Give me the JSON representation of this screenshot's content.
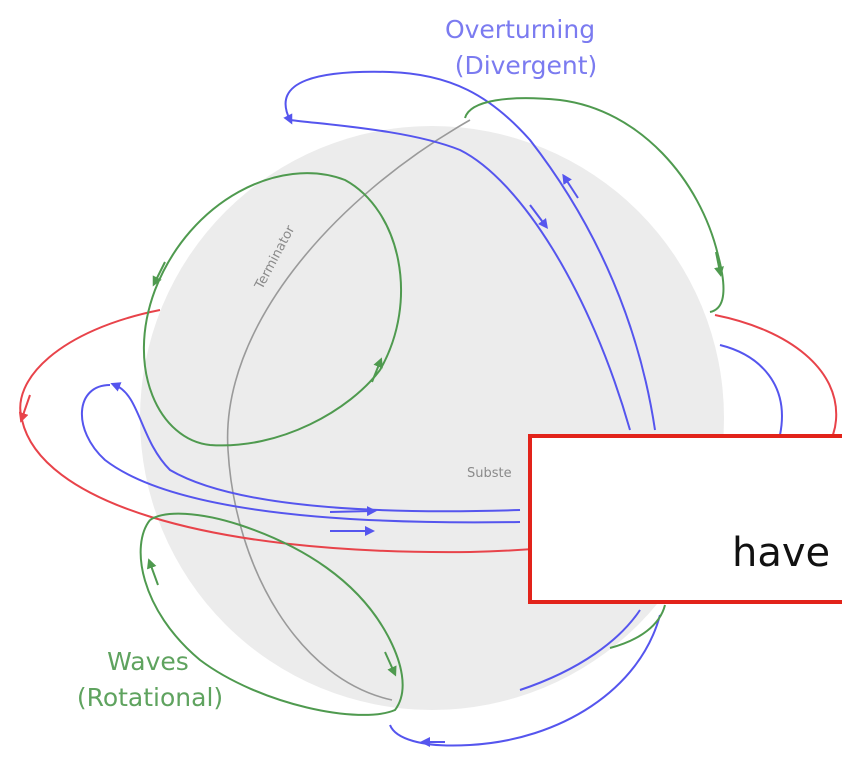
{
  "labels": {
    "overturning_line1": "Overturning",
    "overturning_line2": "(Divergent)",
    "waves_line1": "Waves",
    "waves_line2": "(Rotational)",
    "terminator": "Terminator",
    "substellar": "Subste"
  },
  "callout": {
    "text": "have"
  },
  "colors": {
    "overturning": "#5555ee",
    "waves": "#4f9a4f",
    "red_flow": "#e8434a",
    "planet_fill": "#ececec",
    "terminator_line": "#9a9a9a",
    "callout_border": "#e2231a"
  }
}
